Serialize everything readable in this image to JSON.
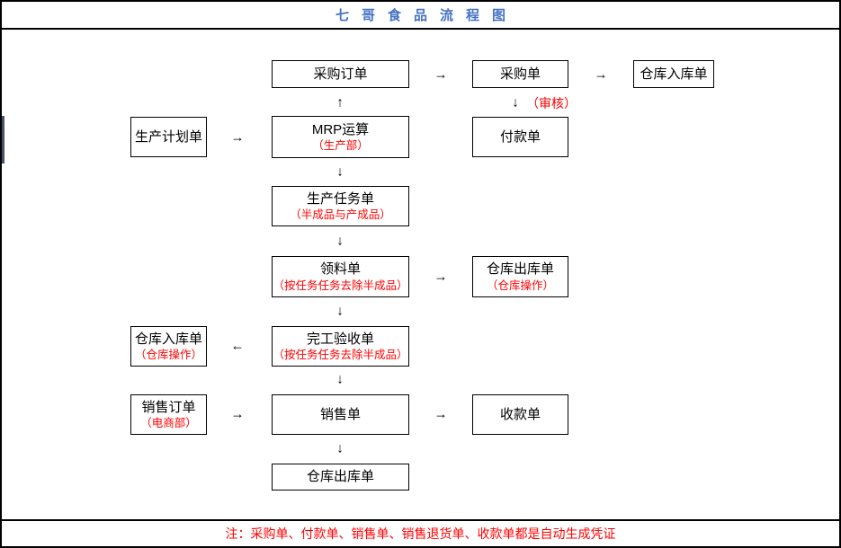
{
  "title": "七哥食品流程图",
  "note": "注：采购单、付款单、销售单、销售退货单、收款单都是自动生成凭证",
  "colors": {
    "title_blue": "#4472C4",
    "annotation_red": "#FF0000",
    "line_black": "#000000"
  },
  "boxes": {
    "purchase_order": {
      "label": "采购订单"
    },
    "purchase_bill": {
      "label": "采购单"
    },
    "warehouse_inbound_1": {
      "label": "仓库入库单"
    },
    "production_plan": {
      "label": "生产计划单"
    },
    "mrp_calc": {
      "label": "MRP运算",
      "sub": "（生产部）"
    },
    "payment_bill": {
      "label": "付款单"
    },
    "production_task": {
      "label": "生产任务单",
      "sub": "（半成品与产成品）"
    },
    "material_requisition": {
      "label": "领料单",
      "sub": "（按任务任务去除半成品）"
    },
    "warehouse_outbound_1": {
      "label": "仓库出库单",
      "sub": "（仓库操作）"
    },
    "warehouse_inbound_2": {
      "label": "仓库入库单",
      "sub": "（仓库操作）"
    },
    "completion_acceptance": {
      "label": "完工验收单",
      "sub": "（按任务任务去除半成品）"
    },
    "sales_order": {
      "label": "销售订单",
      "sub": "（电商部）"
    },
    "sales_bill": {
      "label": "销售单"
    },
    "receipt_bill": {
      "label": "收款单"
    },
    "warehouse_outbound_2": {
      "label": "仓库出库单"
    }
  },
  "arrows": {
    "up": "↑",
    "down": "↓",
    "left": "←",
    "right": "→",
    "audit_label": "（审核）"
  }
}
